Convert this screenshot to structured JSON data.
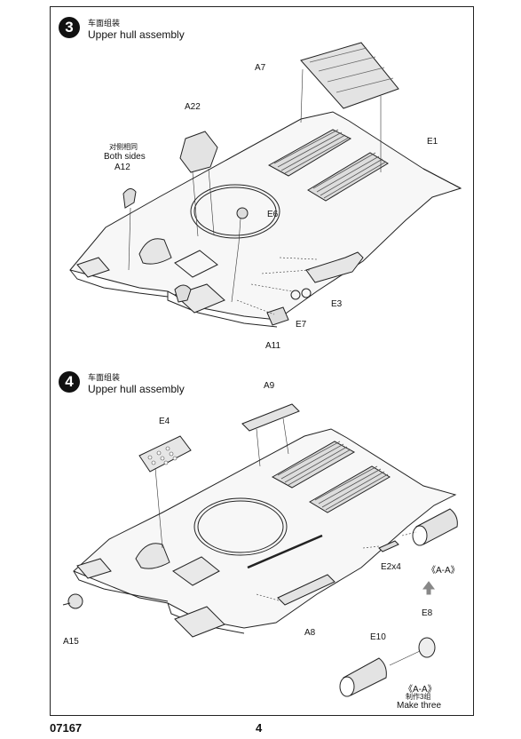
{
  "steps": [
    {
      "number": "3",
      "title_cn": "车面组装",
      "title_en": "Upper hull assembly",
      "labels": {
        "a7": "A7",
        "a22": "A22",
        "both_cn": "对侧相同",
        "both_en": "Both sides",
        "a12": "A12",
        "e1": "E1",
        "e6": "E6",
        "e3": "E3",
        "e7": "E7",
        "a11": "A11"
      }
    },
    {
      "number": "4",
      "title_cn": "车面组装",
      "title_en": "Upper hull assembly",
      "labels": {
        "a9": "A9",
        "e4": "E4",
        "e2x4": "E2x4",
        "aa1": "《A-A》",
        "e8": "E8",
        "a15": "A15",
        "a8": "A8",
        "e10": "E10",
        "aa2": "《A-A》",
        "make_cn": "制作3组",
        "make_en": "Make three"
      }
    }
  ],
  "footer": {
    "code": "07167",
    "page": "4"
  }
}
